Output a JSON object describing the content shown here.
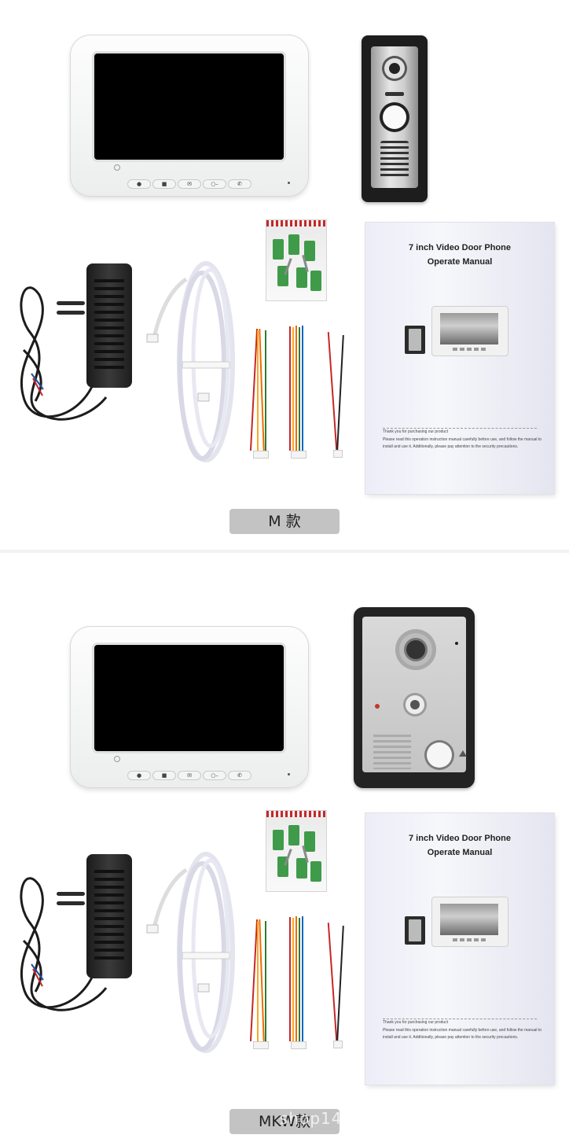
{
  "panels": [
    {
      "id": "m",
      "variant_label": "M  款",
      "manual": {
        "title_line1": "7 inch Video Door Phone",
        "title_line2": "Operate Manual",
        "text_line1": "Thank you for purchasing our product",
        "text_line2": "Please read this operation instruction manual carefully before use, and follow the manual to",
        "text_line3": "install and use it. Additionally, please pay attention to the security precautions."
      },
      "monitor_buttons": [
        "unlock-icon",
        "intercom-icon",
        "message-icon",
        "key-icon",
        "phone-icon"
      ]
    },
    {
      "id": "mkw",
      "variant_label": "MKW款",
      "manual": {
        "title_line1": "7 inch Video Door Phone",
        "title_line2": "Operate Manual",
        "text_line1": "Thank you for purchasing our product",
        "text_line2": "Please read this operation instruction manual carefully before use, and follow the manual to",
        "text_line3": "install and use it. Additionally, please pay attention to the security precautions."
      },
      "monitor_buttons": [
        "unlock-icon",
        "intercom-icon",
        "message-icon",
        "key-icon",
        "phone-icon"
      ]
    }
  ],
  "watermark": "shop14",
  "colors": {
    "label_bg": "#c3c3c3",
    "wire_red": "#c62828",
    "wire_black": "#222222",
    "wire_green": "#2e7d32",
    "wire_yellow": "#f9a825",
    "wire_orange": "#ef6c00",
    "wire_blue": "#1565c0",
    "wire_white": "#eeeeee"
  }
}
